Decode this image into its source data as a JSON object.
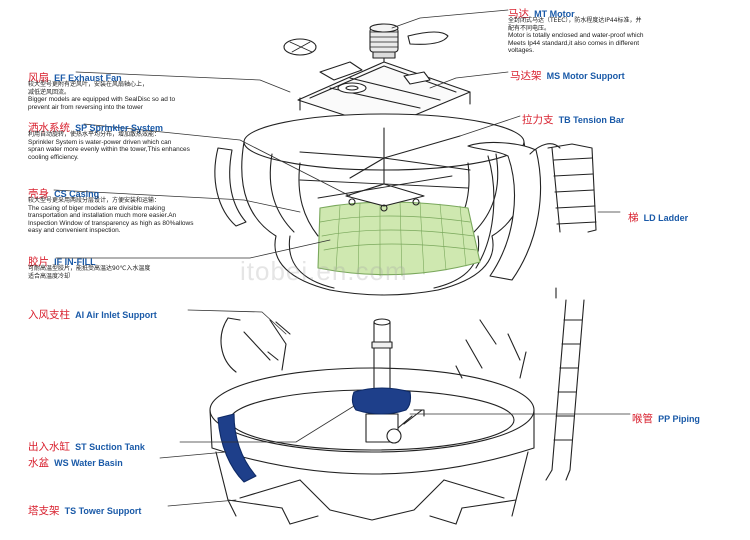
{
  "labels": {
    "mt": {
      "zh": "马达",
      "en": "MT Motor"
    },
    "ef": {
      "zh": "风扇",
      "en": "EF Exhaust Fan"
    },
    "ms": {
      "zh": "马达架",
      "en": "MS Motor Support"
    },
    "tb": {
      "zh": "拉力支",
      "en": "TB Tension Bar"
    },
    "sp": {
      "zh": "洒水系统",
      "en": "SP Sprinkler System"
    },
    "cs": {
      "zh": "壳身",
      "en": "CS Casing"
    },
    "ld": {
      "zh": "梯",
      "en": "LD Ladder"
    },
    "if": {
      "zh": "胶片",
      "en": "IF IN-FILL"
    },
    "ai": {
      "zh": "入风支柱",
      "en": "AI Air Inlet Support"
    },
    "pp": {
      "zh": "喉管",
      "en": "PP Piping"
    },
    "st": {
      "zh": "出入水缸",
      "en": "ST Suction Tank"
    },
    "ws": {
      "zh": "水盆",
      "en": "WS Water Basin"
    },
    "ts": {
      "zh": "塔支架",
      "en": "TS Tower Support"
    }
  },
  "notes": {
    "mt": [
      "全封闭式马达（TEEC），防水程度达IP44标准，并",
      "配有不同电压。",
      "Motor is totally enclosed and water-proof which",
      "Meets Ip44 standard,it also comes in different",
      "voltages."
    ],
    "ef": [
      "较大型号更附有逆风叶，安装在风扇轴心上，",
      "减低逆风回流。",
      "Bigger models are equipped with SealDisc so ad to",
      "prevent air from reversing into the tower"
    ],
    "sp": [
      "利用自动旋转，使热水平均分布，增加散热效能：",
      "Sprinkler System is water-power driven which can",
      "spran water more evenly within the tower,This enhances",
      "cooling efficiency."
    ],
    "cs": [
      "较大型号更采用两段分层设计，方便安装和运输：",
      "The casing of biger models are divisible making",
      "transportation and installation much more easier.An",
      "Inspection Window of transparency as high as 80%allows",
      "easy and convenient inspection."
    ],
    "if": [
      "可耐高温型胶片，能抵受高温达90℃入水温度",
      "适合高温度冷却"
    ]
  },
  "watermark": "itobei.en.com",
  "colors": {
    "zh": "#d8202e",
    "en": "#1a5aa8",
    "line": "#222222",
    "fill": "#cfe8b0",
    "basin": "#1e3f8a"
  }
}
